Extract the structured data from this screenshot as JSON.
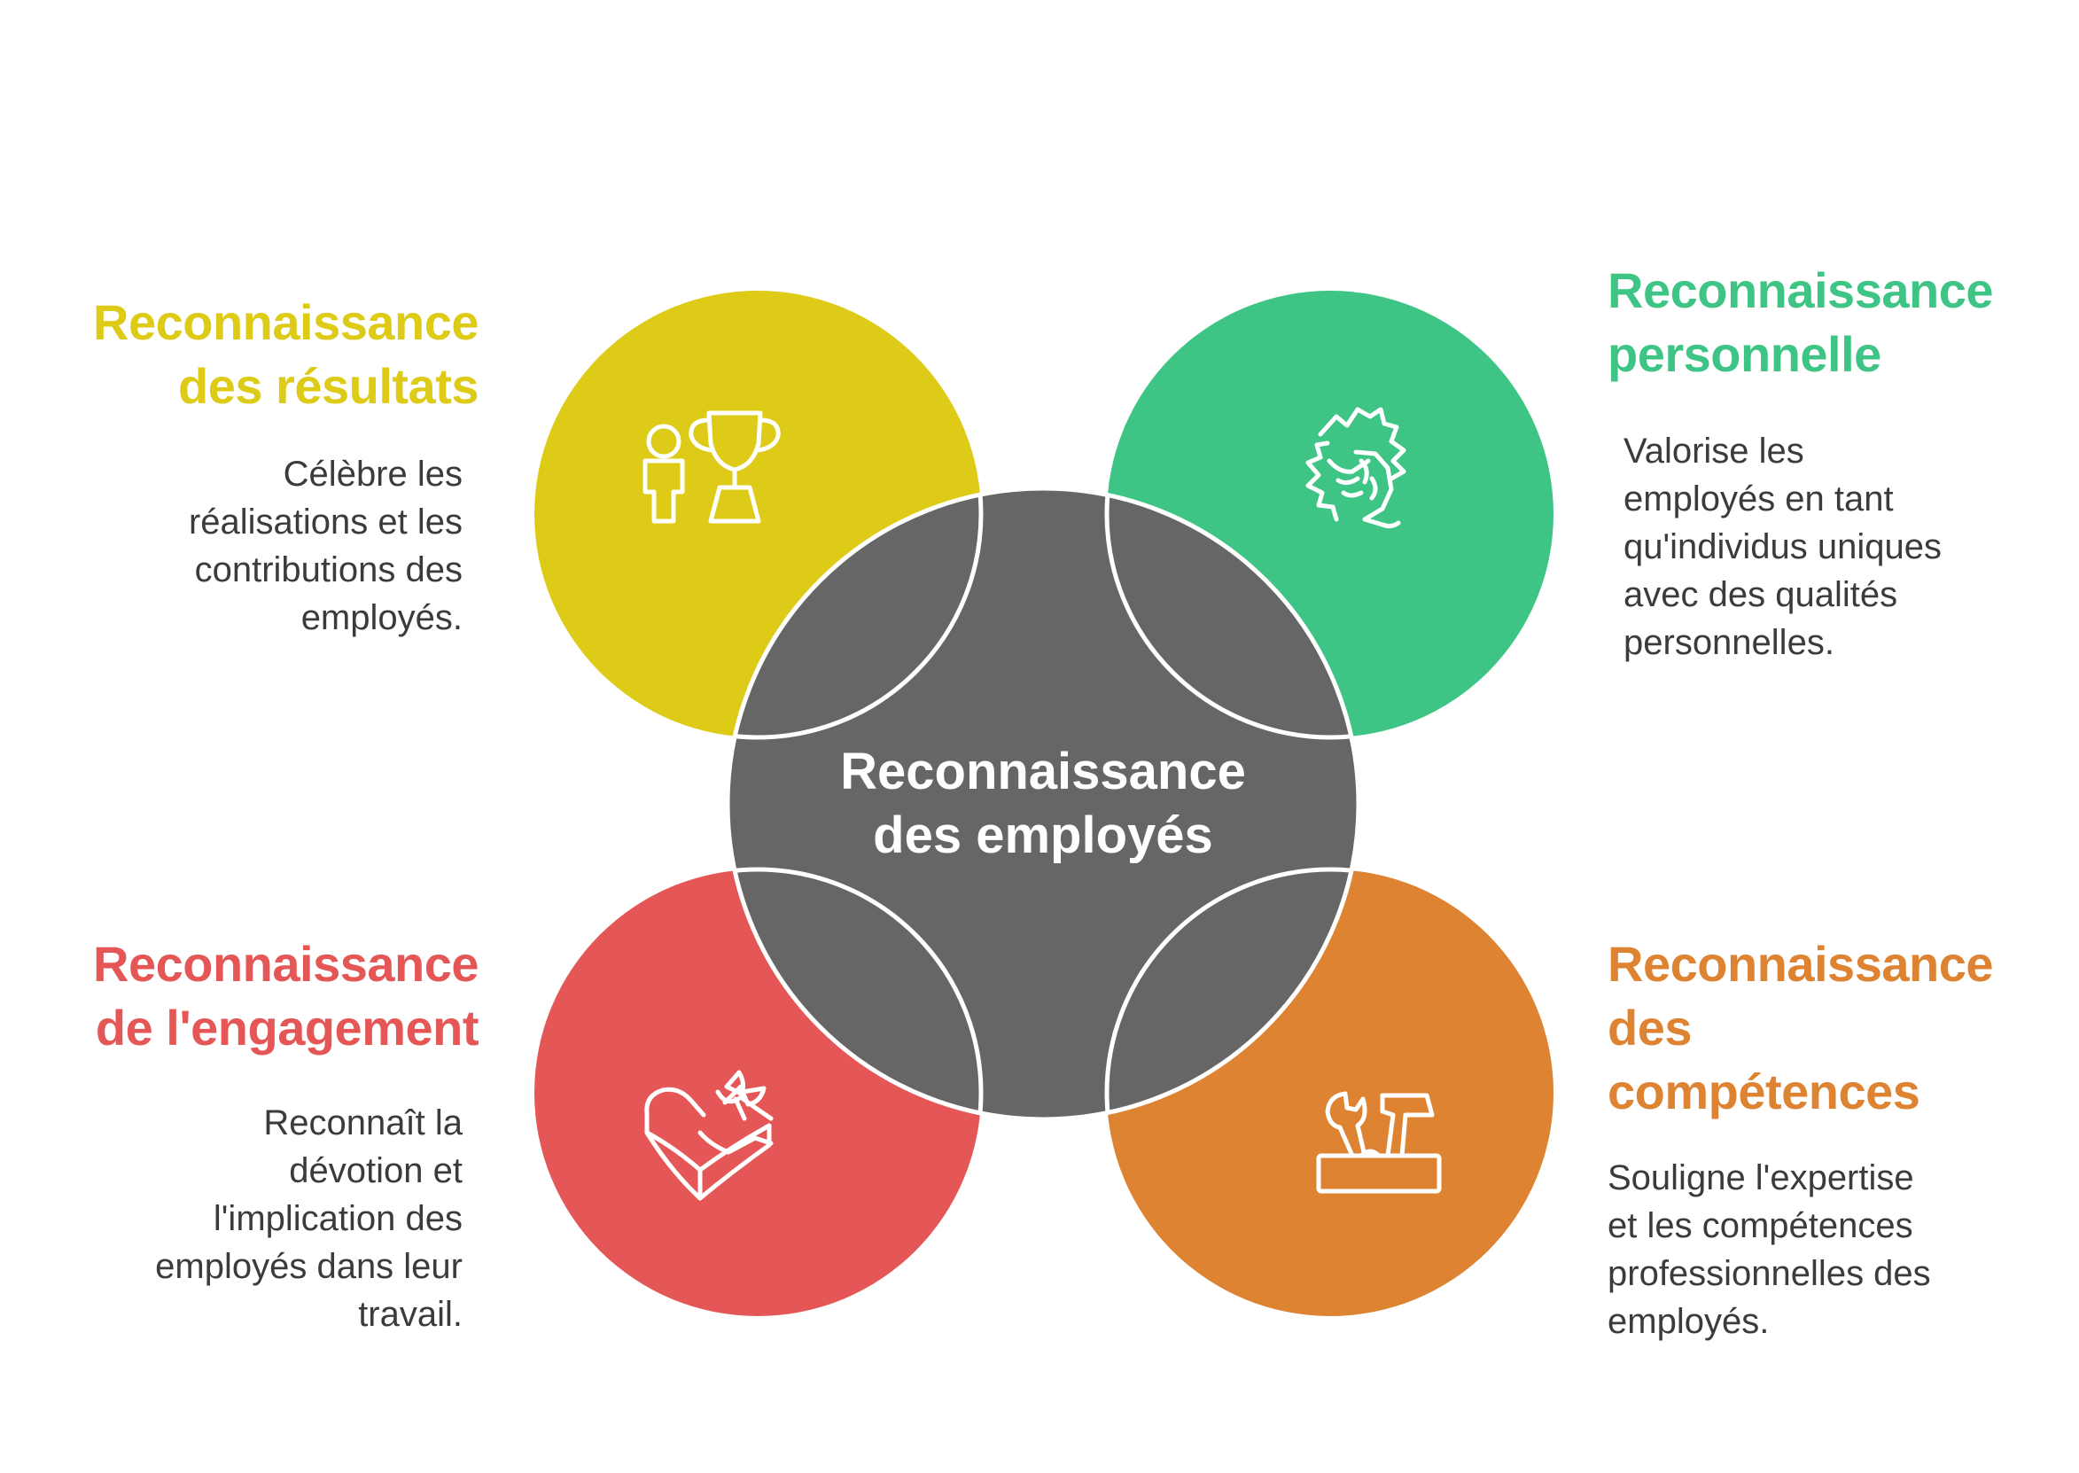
{
  "colors": {
    "background": "#ffffff",
    "center": "#666666",
    "results": "#DDCB17",
    "personal": "#3EC585",
    "engagement": "#E45756",
    "skills": "#DD8331",
    "stroke": "#ffffff",
    "desc_text": "#3b3b3b"
  },
  "center": {
    "title_lines": [
      "Reconnaissance",
      "des employés"
    ]
  },
  "results": {
    "icon": "person-trophy-icon",
    "title_lines": [
      "Reconnaissance",
      "des résultats"
    ],
    "desc_lines": [
      "Célèbre les",
      "réalisations et les",
      "contributions des",
      "employés."
    ]
  },
  "personal": {
    "icon": "puzzle-hands-icon",
    "title_lines": [
      "Reconnaissance",
      "personnelle"
    ],
    "desc_lines": [
      "Valorise les",
      "employés en tant",
      "qu'individus uniques",
      "avec des qualités",
      "personnelles."
    ]
  },
  "engagement": {
    "icon": "heart-gift-icon",
    "title_lines": [
      "Reconnaissance",
      "de l'engagement"
    ],
    "desc_lines": [
      "Reconnaît la",
      "dévotion et",
      "l'implication des",
      "employés dans leur",
      "travail."
    ]
  },
  "skills": {
    "icon": "toolbox-icon",
    "title_lines": [
      "Reconnaissance",
      "des",
      "compétences"
    ],
    "desc_lines": [
      "Souligne l'expertise",
      "et les compétences",
      "professionnelles des",
      "employés."
    ]
  }
}
